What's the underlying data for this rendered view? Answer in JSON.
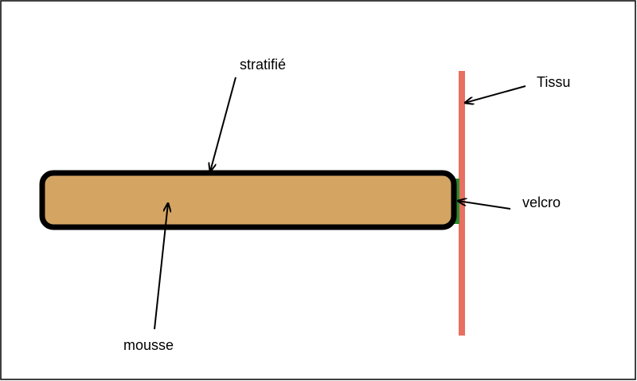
{
  "labels": {
    "stratifie": "stratifié",
    "tissu": "Tissu",
    "velcro": "velcro",
    "mousse": "mousse"
  },
  "colors": {
    "mousse_fill": "#d4a462",
    "stratifie_outline": "#000000",
    "tissu": "#e87060",
    "velcro": "#2e8b2e",
    "frame": "#000000",
    "arrow": "#000000"
  }
}
